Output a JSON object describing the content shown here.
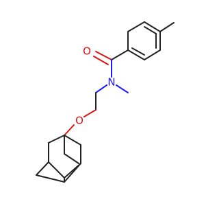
{
  "molecule": {
    "atom_labels": {
      "carbonyl_oxygen": "O",
      "amide_nitrogen": "N",
      "ether_oxygen": "O"
    }
  },
  "colors": {
    "bond": "#222222",
    "oxygen": "#e01010",
    "nitrogen": "#1a1aff",
    "background": "#ffffff"
  }
}
